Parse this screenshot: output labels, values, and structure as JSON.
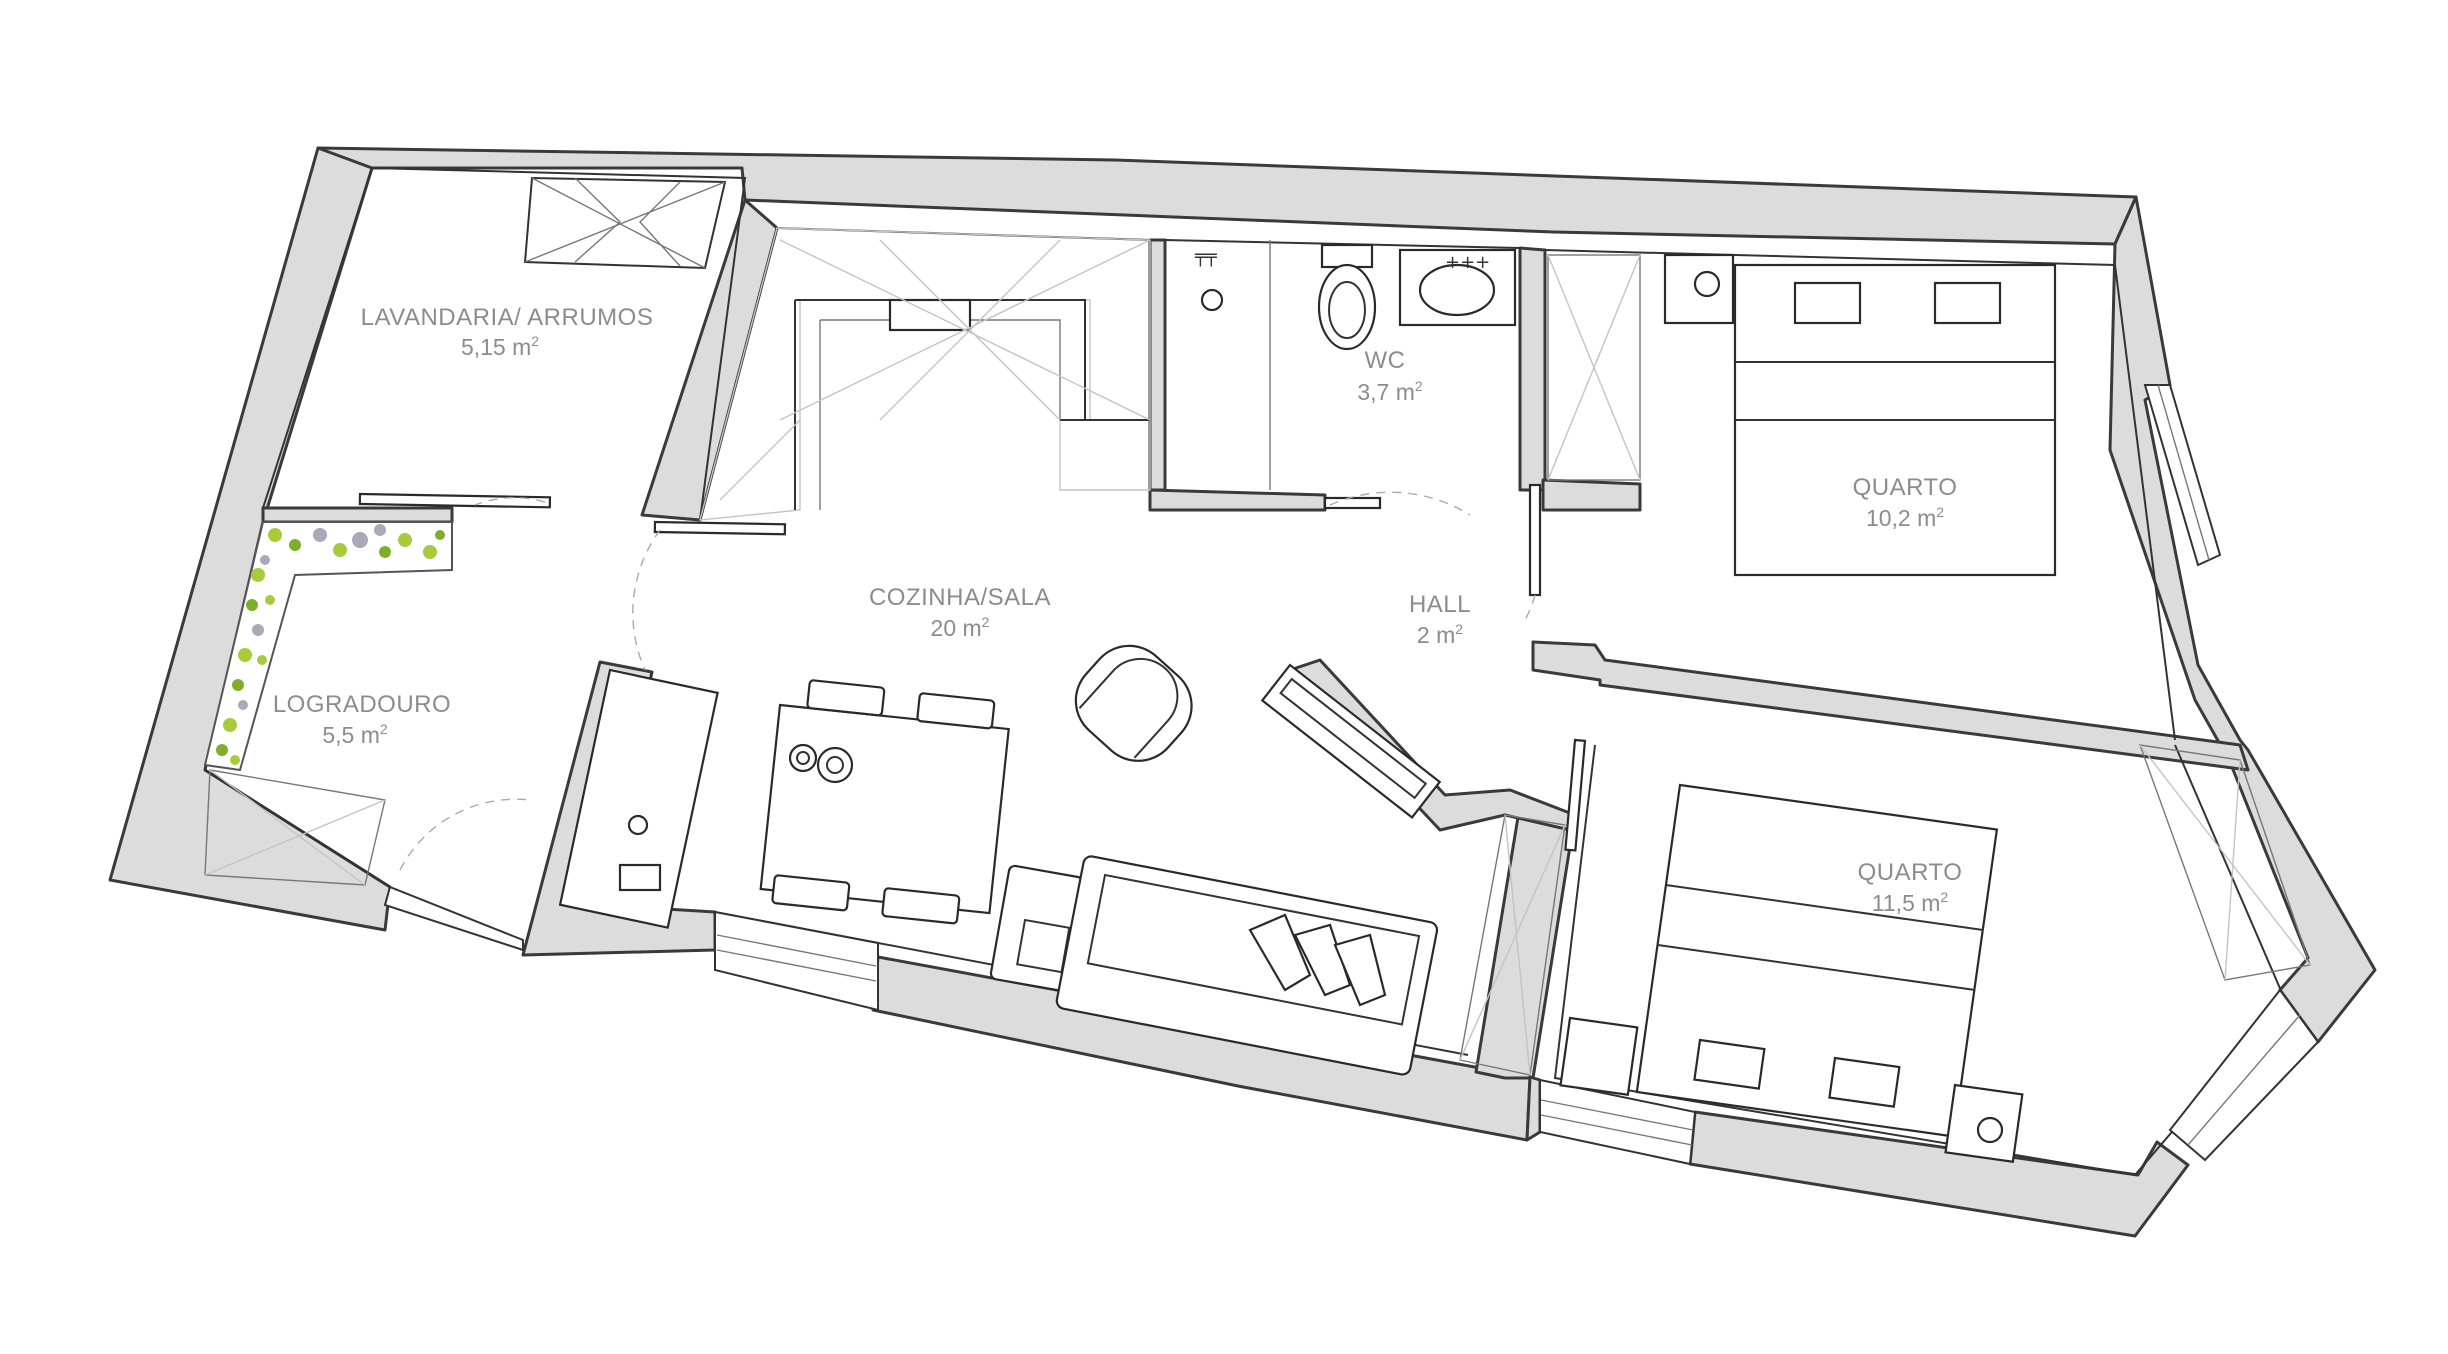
{
  "rooms": [
    {
      "id": "lavandaria",
      "name": "LAVANDARIA/ ARRUMOS",
      "area": "5,15 m",
      "unit_sup": "2"
    },
    {
      "id": "logradouro",
      "name": "LOGRADOURO",
      "area": "5,5 m",
      "unit_sup": "2"
    },
    {
      "id": "cozinha",
      "name": "COZINHA/SALA",
      "area": "20 m",
      "unit_sup": "2"
    },
    {
      "id": "wc",
      "name": "WC",
      "area": "3,7 m",
      "unit_sup": "2"
    },
    {
      "id": "hall",
      "name": "HALL",
      "area": "2 m",
      "unit_sup": "2"
    },
    {
      "id": "quarto1",
      "name": "QUARTO",
      "area": "10,2 m",
      "unit_sup": "2"
    },
    {
      "id": "quarto2",
      "name": "QUARTO",
      "area": "11,5 m",
      "unit_sup": "2"
    }
  ],
  "colors": {
    "wall_fill": "#dcdcdc",
    "wall_stroke": "#3a3a3a",
    "label": "#8c8c8c",
    "vegetation": "#a6cc3c"
  }
}
